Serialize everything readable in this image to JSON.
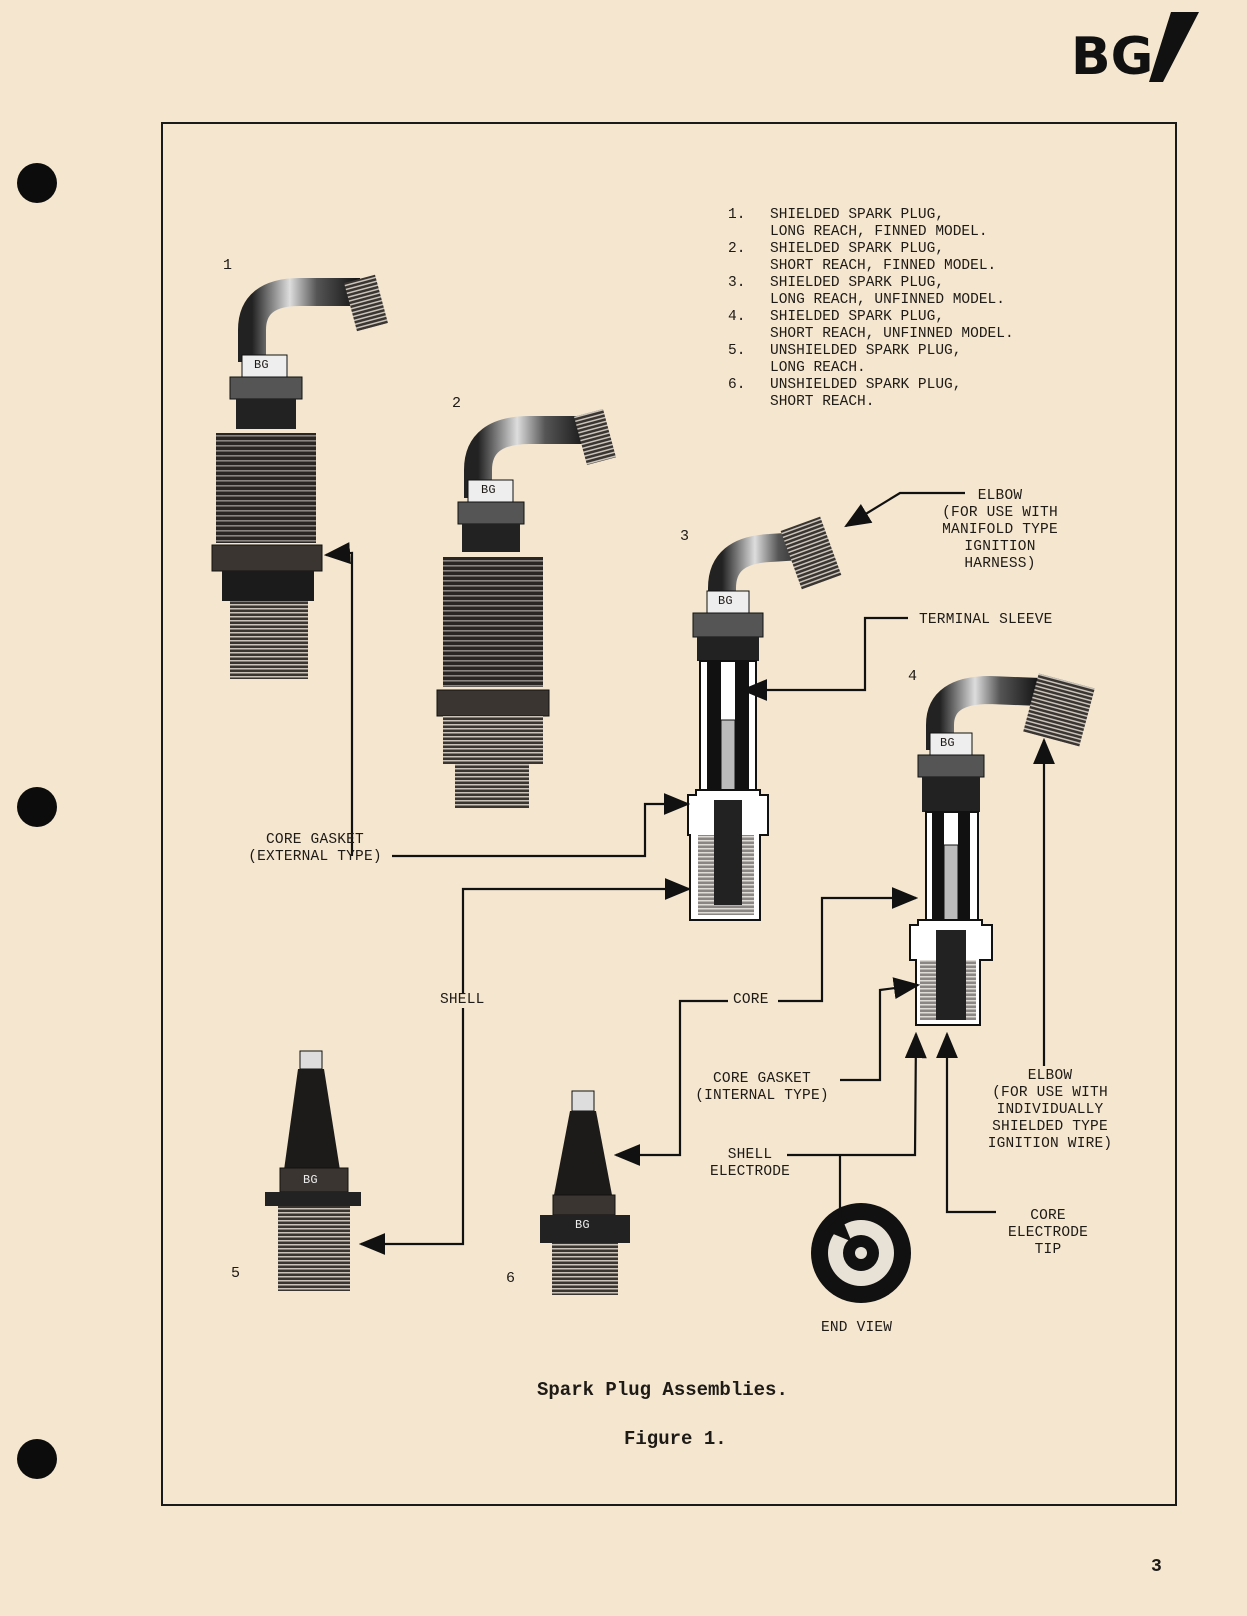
{
  "header": {
    "logo_text": "BG",
    "page_number": "3"
  },
  "legend": [
    {
      "num": "1.",
      "line1": "SHIELDED SPARK PLUG,",
      "line2": "LONG REACH, FINNED MODEL."
    },
    {
      "num": "2.",
      "line1": "SHIELDED SPARK PLUG,",
      "line2": "SHORT REACH, FINNED MODEL."
    },
    {
      "num": "3.",
      "line1": "SHIELDED SPARK PLUG,",
      "line2": "LONG REACH, UNFINNED MODEL."
    },
    {
      "num": "4.",
      "line1": "SHIELDED SPARK PLUG,",
      "line2": "SHORT REACH, UNFINNED MODEL."
    },
    {
      "num": "5.",
      "line1": "UNSHIELDED SPARK PLUG,",
      "line2": "LONG REACH."
    },
    {
      "num": "6.",
      "line1": "UNSHIELDED SPARK PLUG,",
      "line2": "SHORT REACH."
    }
  ],
  "plug_numbers": [
    "1",
    "2",
    "3",
    "4",
    "5",
    "6"
  ],
  "labels": {
    "elbow_manifold": "ELBOW\n(FOR USE WITH\nMANIFOLD TYPE\nIGNITION\nHARNESS)",
    "terminal_sleeve": "TERMINAL SLEEVE",
    "core_gasket_external": "CORE GASKET\n(EXTERNAL TYPE)",
    "shell": "SHELL",
    "core": "CORE",
    "core_gasket_internal": "CORE GASKET\n(INTERNAL TYPE)",
    "shell_electrode": "SHELL\nELECTRODE",
    "elbow_shielded": "ELBOW\n(FOR USE WITH\nINDIVIDUALLY\nSHIELDED TYPE\nIGNITION WIRE)",
    "core_electrode_tip": "CORE\nELECTRODE\nTIP",
    "end_view": "END VIEW",
    "plug_brand_mark": "BG"
  },
  "caption": {
    "title": "Spark Plug Assemblies.",
    "figure": "Figure 1."
  }
}
